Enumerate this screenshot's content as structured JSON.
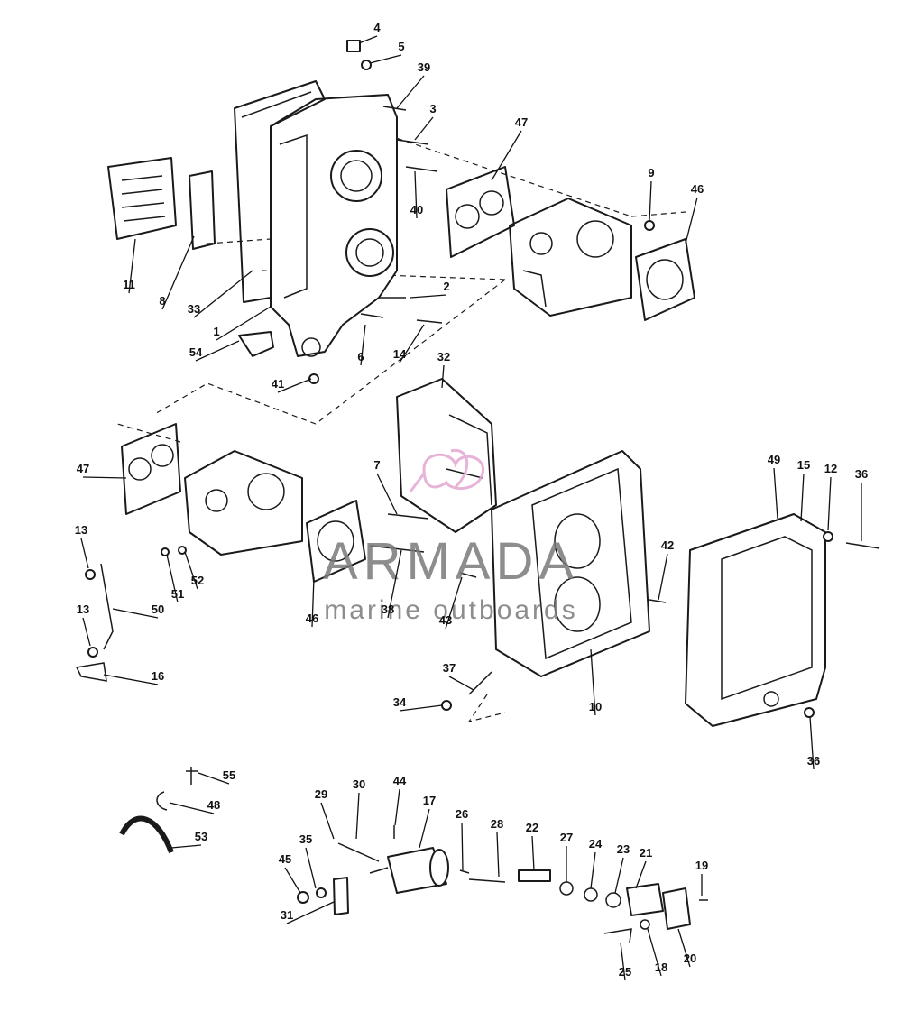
{
  "watermark": {
    "brand": "ARMADA",
    "tagline": "marine outboards",
    "colors": {
      "brand_text": "#6f6f6f",
      "logo": "#e3a6cf"
    }
  },
  "callouts": [
    {
      "id": "c1",
      "label": "1"
    },
    {
      "id": "c2",
      "label": "2"
    },
    {
      "id": "c3",
      "label": "3"
    },
    {
      "id": "c4",
      "label": "4"
    },
    {
      "id": "c5",
      "label": "5"
    },
    {
      "id": "c6",
      "label": "6"
    },
    {
      "id": "c7",
      "label": "7"
    },
    {
      "id": "c8",
      "label": "8"
    },
    {
      "id": "c9",
      "label": "9"
    },
    {
      "id": "c10",
      "label": "10"
    },
    {
      "id": "c11",
      "label": "11"
    },
    {
      "id": "c12",
      "label": "12"
    },
    {
      "id": "c13a",
      "label": "13"
    },
    {
      "id": "c13b",
      "label": "13"
    },
    {
      "id": "c14",
      "label": "14"
    },
    {
      "id": "c15",
      "label": "15"
    },
    {
      "id": "c16",
      "label": "16"
    },
    {
      "id": "c17",
      "label": "17"
    },
    {
      "id": "c18",
      "label": "18"
    },
    {
      "id": "c19",
      "label": "19"
    },
    {
      "id": "c20",
      "label": "20"
    },
    {
      "id": "c21",
      "label": "21"
    },
    {
      "id": "c22",
      "label": "22"
    },
    {
      "id": "c23",
      "label": "23"
    },
    {
      "id": "c24",
      "label": "24"
    },
    {
      "id": "c25",
      "label": "25"
    },
    {
      "id": "c26",
      "label": "26"
    },
    {
      "id": "c27",
      "label": "27"
    },
    {
      "id": "c28",
      "label": "28"
    },
    {
      "id": "c29",
      "label": "29"
    },
    {
      "id": "c30",
      "label": "30"
    },
    {
      "id": "c31",
      "label": "31"
    },
    {
      "id": "c32",
      "label": "32"
    },
    {
      "id": "c33",
      "label": "33"
    },
    {
      "id": "c34",
      "label": "34"
    },
    {
      "id": "c35",
      "label": "35"
    },
    {
      "id": "c36a",
      "label": "36"
    },
    {
      "id": "c36b",
      "label": "36"
    },
    {
      "id": "c37",
      "label": "37"
    },
    {
      "id": "c38",
      "label": "38"
    },
    {
      "id": "c39",
      "label": "39"
    },
    {
      "id": "c40",
      "label": "40"
    },
    {
      "id": "c41",
      "label": "41"
    },
    {
      "id": "c42",
      "label": "42"
    },
    {
      "id": "c43",
      "label": "43"
    },
    {
      "id": "c44",
      "label": "44"
    },
    {
      "id": "c45",
      "label": "45"
    },
    {
      "id": "c46a",
      "label": "46"
    },
    {
      "id": "c46b",
      "label": "46"
    },
    {
      "id": "c47a",
      "label": "47"
    },
    {
      "id": "c47b",
      "label": "47"
    },
    {
      "id": "c48",
      "label": "48"
    },
    {
      "id": "c49",
      "label": "49"
    },
    {
      "id": "c50",
      "label": "50"
    },
    {
      "id": "c51",
      "label": "51"
    },
    {
      "id": "c52",
      "label": "52"
    },
    {
      "id": "c53",
      "label": "53"
    },
    {
      "id": "c54",
      "label": "54"
    },
    {
      "id": "c55",
      "label": "55"
    }
  ]
}
